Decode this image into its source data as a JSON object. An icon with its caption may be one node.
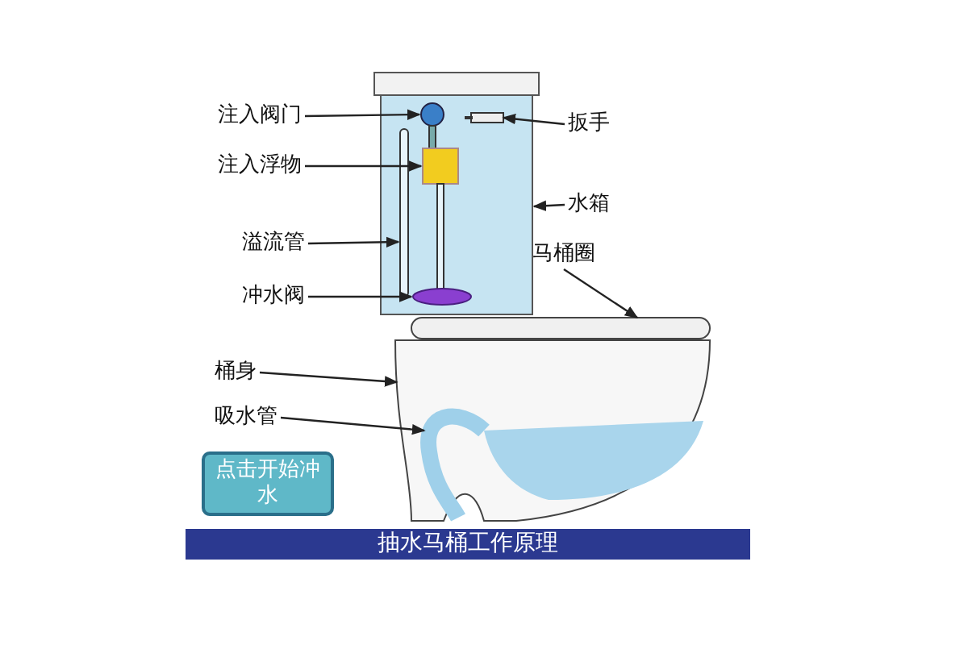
{
  "diagram": {
    "caption": "抽水马桶工作原理",
    "nodes": [
      {
        "text": [
          "注入阀门"
        ]
      },
      {
        "text": [
          "注入浮物"
        ]
      },
      {
        "text": [
          "溢流管"
        ]
      },
      {
        "text": [
          "冲水阀"
        ]
      },
      {
        "text": [
          "桶身"
        ]
      },
      {
        "text": [
          "吸水管"
        ]
      },
      {
        "text": [
          "扳手"
        ]
      },
      {
        "text": [
          "水箱"
        ]
      },
      {
        "text": [
          "马桶圈"
        ]
      },
      {
        "text": [
          "点击开始冲水"
        ]
      },
      {
        "text": [],
        "shape": "picture"
      },
      {
        "text": [],
        "shape": "circle",
        "in": 10
      },
      {
        "text": [],
        "shape": "picture",
        "in": 10
      },
      {
        "text": [],
        "shape": "bar",
        "in": 10
      },
      {
        "text": [],
        "shape": "circle",
        "in": 10
      },
      {
        "text": [],
        "shape": "box",
        "in": 10
      },
      {
        "text": [],
        "shape": "bar"
      },
      {
        "text": [],
        "shape": "picture"
      },
      {
        "text": [],
        "shape": "picture",
        "in": 17
      }
    ],
    "edges": [
      {
        "from": 0,
        "to": 11,
        "arrow": "to"
      },
      {
        "from": 1,
        "to": 12,
        "arrow": "to"
      },
      {
        "from": 2,
        "to": 13,
        "arrow": "to"
      },
      {
        "from": 3,
        "to": 14,
        "arrow": "to"
      },
      {
        "from": 4,
        "to": 17,
        "arrow": "to"
      },
      {
        "from": 5,
        "to": 18,
        "arrow": "to"
      },
      {
        "from": 6,
        "to": 15,
        "arrow": "to"
      },
      {
        "from": 7,
        "to": 10,
        "arrow": "to"
      },
      {
        "from": 8,
        "to": 16,
        "arrow": "to"
      }
    ]
  }
}
